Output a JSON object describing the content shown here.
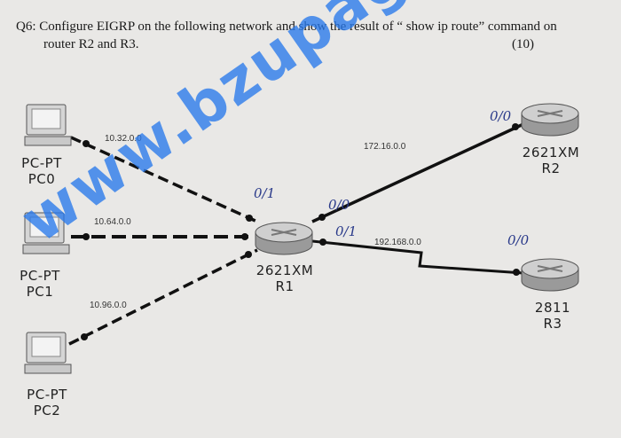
{
  "question": {
    "line1": "Q6: Configure EIGRP on the following network and show the result of  “ show ip route”  command on",
    "line2": "router R2 and R3.",
    "marks": "(10)"
  },
  "devices": {
    "pc0": {
      "type": "PC-PT",
      "name": "PC0"
    },
    "pc1": {
      "type": "PC-PT",
      "name": "PC1"
    },
    "pc2": {
      "type": "PC-PT",
      "name": "PC2"
    },
    "r1": {
      "model": "2621XM",
      "name": "R1"
    },
    "r2": {
      "model": "2621XM",
      "name": "R2"
    },
    "r3": {
      "model": "2811",
      "name": "R3"
    }
  },
  "networks": {
    "pc0_r1": "10.32.0.0",
    "pc1_r1": "10.64.0.0",
    "pc2_r1": "10.96.0.0",
    "r1_r2": "172.16.0.0",
    "r1_r3": "192.168.0.0"
  },
  "interfaces": {
    "r1_to_pc0": "0/1",
    "r1_to_r2": "0/0",
    "r1_to_r3": "0/1",
    "r2_port": "0/0",
    "r3_port": "0/0"
  },
  "watermark": "www.bzupages.com"
}
